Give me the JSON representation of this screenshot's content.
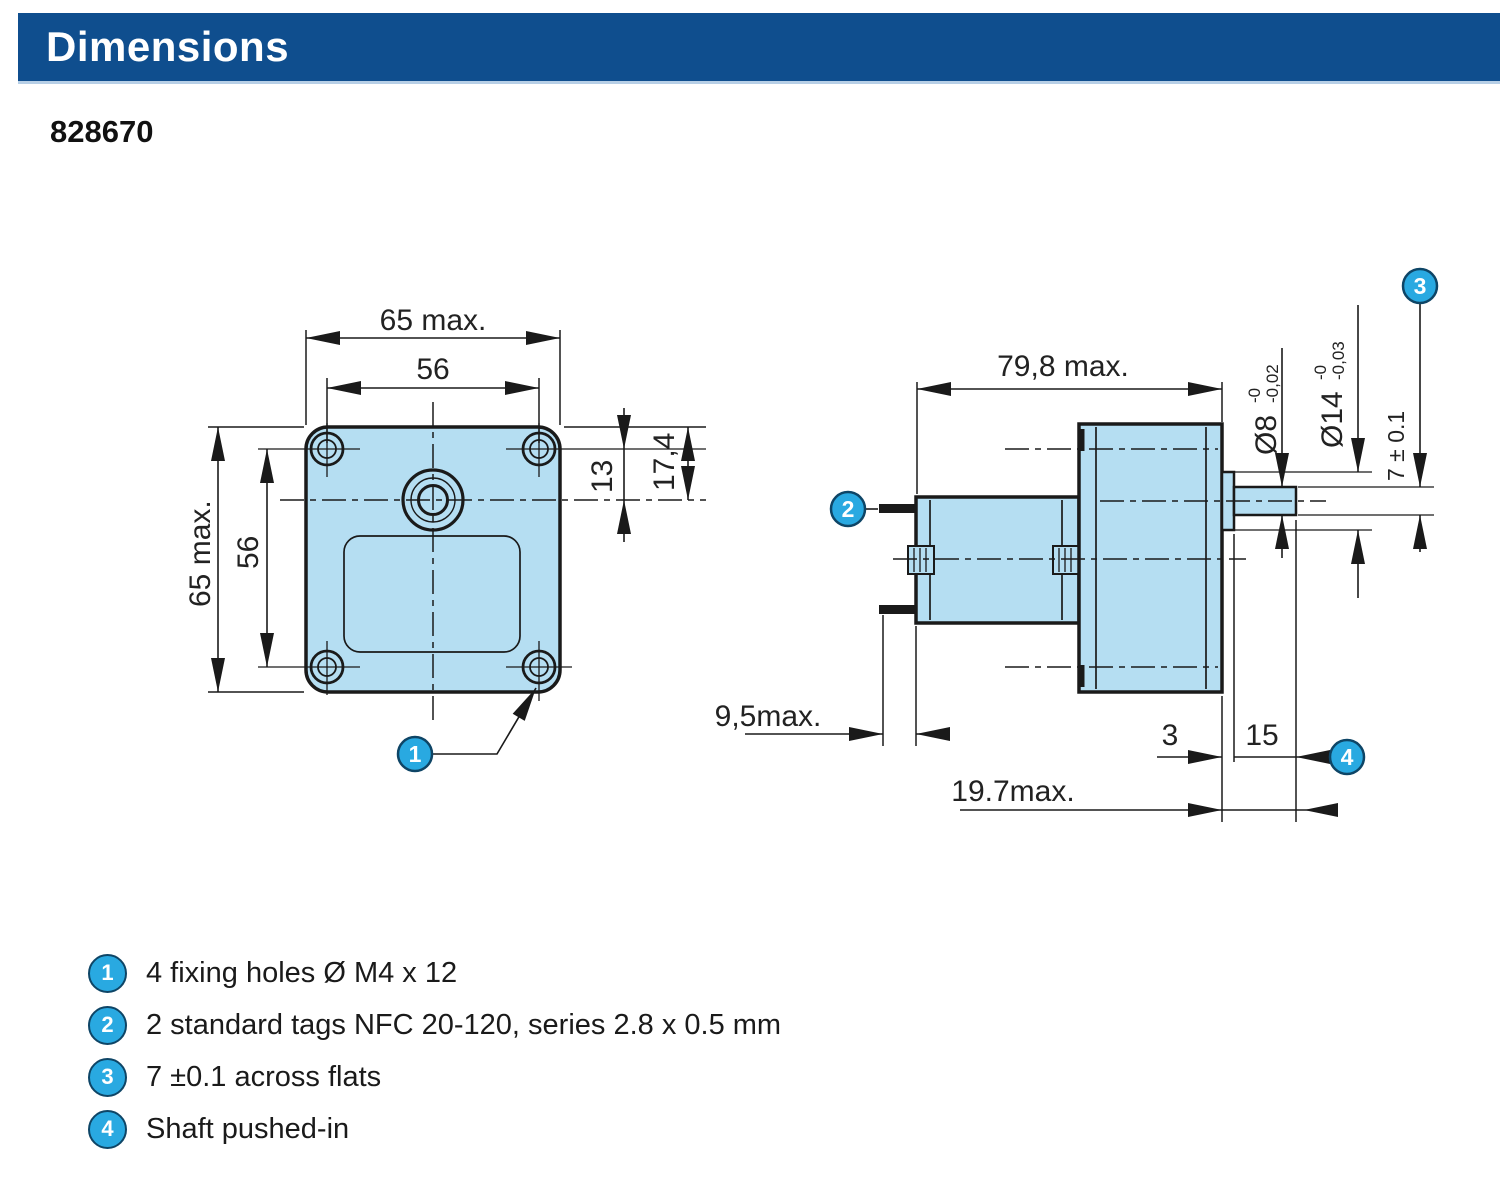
{
  "colors": {
    "header_bg": "#0f4e8e",
    "header_text": "#ffffff",
    "drawing_fill": "#b5def2",
    "line": "#1a1a1a",
    "callout_fill": "#29a9e1"
  },
  "header": {
    "title": "Dimensions"
  },
  "part_number": "828670",
  "front_view": {
    "width_outer": "65 max.",
    "width_holes": "56",
    "height_outer": "65 max.",
    "height_holes": "56",
    "hole_line_to_axis": "13",
    "top_edge_to_axis": "17,4",
    "callout_fixing_holes": "1"
  },
  "side_view": {
    "overall_length": "79,8 max.",
    "tag_protrusion": "9,5max.",
    "boss_length": "3",
    "shaft_length": "15",
    "shaft_overall": "19.7max.",
    "shaft_diameter": "Ø8",
    "shaft_diameter_tol_upper": "-0",
    "shaft_diameter_tol_lower": "-0,02",
    "boss_diameter": "Ø14",
    "boss_diameter_tol_upper": "-0",
    "boss_diameter_tol_lower": "-0,03",
    "across_flats": "7 ± 0.1",
    "callout_tags": "2",
    "callout_flats": "3",
    "callout_shaft": "4"
  },
  "legend": {
    "items": [
      {
        "num": "1",
        "text": "4 fixing holes Ø M4 x 12"
      },
      {
        "num": "2",
        "text": "2 standard tags NFC 20-120, series 2.8 x 0.5 mm"
      },
      {
        "num": "3",
        "text": "7 ±0.1 across flats"
      },
      {
        "num": "4",
        "text": "Shaft pushed-in"
      }
    ]
  }
}
